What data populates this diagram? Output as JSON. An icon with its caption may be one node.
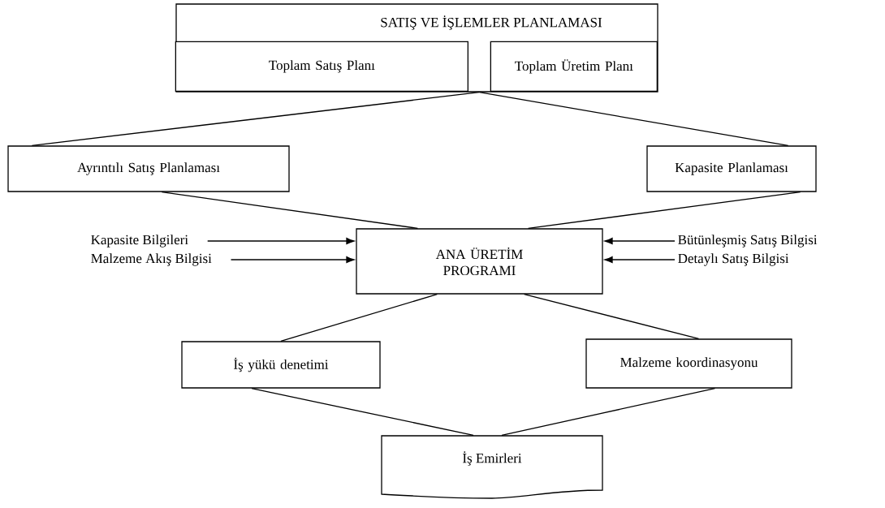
{
  "diagram": {
    "nodes": [
      {
        "text": [
          "SATIŞ VE İŞLEMLER PLANLAMASI"
        ]
      },
      {
        "text": [
          "Toplam Satış Planı"
        ],
        "in": 0
      },
      {
        "text": [
          "Toplam Üretim Planı"
        ],
        "in": 0
      },
      {
        "text": [
          "Ayrıntılı Satış Planlaması"
        ]
      },
      {
        "text": [
          "Kapasite Planlaması"
        ]
      },
      {
        "text": [
          "ANA ÜRETİM PROGRAMI"
        ]
      },
      {
        "text": [
          "Kapasite Bilgileri"
        ]
      },
      {
        "text": [
          "Malzeme Akış Bilgisi"
        ]
      },
      {
        "text": [
          "Bütünleşmiş Satış Bilgisi"
        ]
      },
      {
        "text": [
          "Detaylı Satış Bilgisi"
        ]
      },
      {
        "text": [
          "İş yükü denetimi"
        ]
      },
      {
        "text": [
          "Malzeme koordinasyonu"
        ]
      },
      {
        "text": [
          "İş Emirleri"
        ]
      }
    ],
    "edges": [
      {
        "from": 0,
        "to": 3,
        "arrow": "none"
      },
      {
        "from": 0,
        "to": 4,
        "arrow": "none"
      },
      {
        "from": 3,
        "to": 5,
        "arrow": "none"
      },
      {
        "from": 4,
        "to": 5,
        "arrow": "none"
      },
      {
        "from": 6,
        "to": 5,
        "arrow": "to"
      },
      {
        "from": 7,
        "to": 5,
        "arrow": "to"
      },
      {
        "from": 8,
        "to": 5,
        "arrow": "to"
      },
      {
        "from": 9,
        "to": 5,
        "arrow": "to"
      },
      {
        "from": 5,
        "to": 10,
        "arrow": "none"
      },
      {
        "from": 5,
        "to": 11,
        "arrow": "none"
      },
      {
        "from": 10,
        "to": 12,
        "arrow": "none"
      },
      {
        "from": 11,
        "to": 12,
        "arrow": "none"
      }
    ]
  }
}
